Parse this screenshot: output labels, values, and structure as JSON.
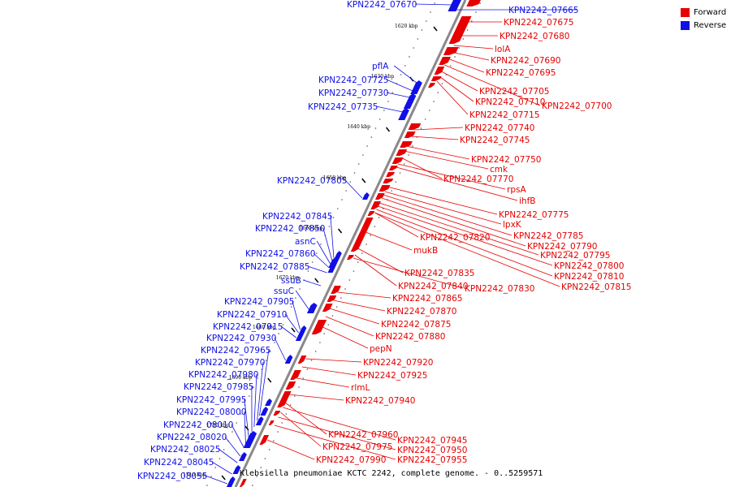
{
  "colors": {
    "forward": "#e60000",
    "reverse": "#1010e6",
    "backbone": "#8a8a8a",
    "tick": "#000000"
  },
  "legend": {
    "forward_label": "Forward",
    "reverse_label": "Reverse"
  },
  "caption": "Klebsiella pneumoniae KCTC 2242, complete genome. - 0..5259571",
  "kbp_ticks": [
    "1620 kbp",
    "1630 kbp",
    "1640 kbp",
    "1650 kbp",
    "1660 kbp",
    "1670 kbp",
    "1680 kbp",
    "1690 kbp",
    "1700 kbp",
    "1710 kbp"
  ],
  "genes": [
    {
      "name": "KPN2242_07670",
      "strand": "reverse"
    },
    {
      "name": "KPN2242_07665",
      "strand": "reverse"
    },
    {
      "name": "KPN2242_07675",
      "strand": "forward"
    },
    {
      "name": "KPN2242_07680",
      "strand": "forward"
    },
    {
      "name": "lolA",
      "strand": "forward"
    },
    {
      "name": "KPN2242_07690",
      "strand": "forward"
    },
    {
      "name": "pflA",
      "strand": "reverse"
    },
    {
      "name": "KPN2242_07695",
      "strand": "forward"
    },
    {
      "name": "KPN2242_07725",
      "strand": "reverse"
    },
    {
      "name": "KPN2242_07730",
      "strand": "reverse"
    },
    {
      "name": "KPN2242_07705",
      "strand": "forward"
    },
    {
      "name": "KPN2242_07710",
      "strand": "forward"
    },
    {
      "name": "KPN2242_07700",
      "strand": "forward"
    },
    {
      "name": "KPN2242_07735",
      "strand": "reverse"
    },
    {
      "name": "KPN2242_07715",
      "strand": "forward"
    },
    {
      "name": "KPN2242_07740",
      "strand": "forward"
    },
    {
      "name": "KPN2242_07745",
      "strand": "forward"
    },
    {
      "name": "KPN2242_07750",
      "strand": "forward"
    },
    {
      "name": "cmk",
      "strand": "forward"
    },
    {
      "name": "KPN2242_07805",
      "strand": "reverse"
    },
    {
      "name": "KPN2242_07770",
      "strand": "forward"
    },
    {
      "name": "rpsA",
      "strand": "forward"
    },
    {
      "name": "ihfB",
      "strand": "forward"
    },
    {
      "name": "KPN2242_07775",
      "strand": "forward"
    },
    {
      "name": "KPN2242_07845",
      "strand": "reverse"
    },
    {
      "name": "lpxK",
      "strand": "forward"
    },
    {
      "name": "KPN2242_07850",
      "strand": "reverse"
    },
    {
      "name": "KPN2242_07785",
      "strand": "forward"
    },
    {
      "name": "KPN2242_07820",
      "strand": "forward"
    },
    {
      "name": "asnC",
      "strand": "reverse"
    },
    {
      "name": "KPN2242_07790",
      "strand": "forward"
    },
    {
      "name": "mukB",
      "strand": "forward"
    },
    {
      "name": "KPN2242_07860",
      "strand": "reverse"
    },
    {
      "name": "KPN2242_07795",
      "strand": "forward"
    },
    {
      "name": "KPN2242_07885",
      "strand": "reverse"
    },
    {
      "name": "KPN2242_07800",
      "strand": "forward"
    },
    {
      "name": "KPN2242_07835",
      "strand": "forward"
    },
    {
      "name": "KPN2242_07810",
      "strand": "forward"
    },
    {
      "name": "ssuB",
      "strand": "reverse"
    },
    {
      "name": "KPN2242_07840",
      "strand": "forward"
    },
    {
      "name": "KPN2242_07830",
      "strand": "forward"
    },
    {
      "name": "KPN2242_07815",
      "strand": "forward"
    },
    {
      "name": "ssuC",
      "strand": "reverse"
    },
    {
      "name": "KPN2242_07865",
      "strand": "forward"
    },
    {
      "name": "KPN2242_07905",
      "strand": "reverse"
    },
    {
      "name": "KPN2242_07870",
      "strand": "forward"
    },
    {
      "name": "KPN2242_07910",
      "strand": "reverse"
    },
    {
      "name": "KPN2242_07875",
      "strand": "forward"
    },
    {
      "name": "KPN2242_07915",
      "strand": "reverse"
    },
    {
      "name": "KPN2242_07880",
      "strand": "forward"
    },
    {
      "name": "KPN2242_07930",
      "strand": "reverse"
    },
    {
      "name": "pepN",
      "strand": "forward"
    },
    {
      "name": "KPN2242_07965",
      "strand": "reverse"
    },
    {
      "name": "KPN2242_07920",
      "strand": "forward"
    },
    {
      "name": "KPN2242_07970",
      "strand": "reverse"
    },
    {
      "name": "KPN2242_07925",
      "strand": "forward"
    },
    {
      "name": "KPN2242_07980",
      "strand": "reverse"
    },
    {
      "name": "rlmL",
      "strand": "forward"
    },
    {
      "name": "KPN2242_07985",
      "strand": "reverse"
    },
    {
      "name": "KPN2242_07940",
      "strand": "forward"
    },
    {
      "name": "KPN2242_07995",
      "strand": "reverse"
    },
    {
      "name": "KPN2242_08000",
      "strand": "reverse"
    },
    {
      "name": "KPN2242_08010",
      "strand": "reverse"
    },
    {
      "name": "KPN2242_07960",
      "strand": "forward"
    },
    {
      "name": "KPN2242_07945",
      "strand": "forward"
    },
    {
      "name": "KPN2242_08020",
      "strand": "reverse"
    },
    {
      "name": "KPN2242_07975",
      "strand": "forward"
    },
    {
      "name": "KPN2242_07950",
      "strand": "forward"
    },
    {
      "name": "KPN2242_08025",
      "strand": "reverse"
    },
    {
      "name": "KPN2242_07990",
      "strand": "forward"
    },
    {
      "name": "KPN2242_07955",
      "strand": "forward"
    },
    {
      "name": "KPN2242_08045",
      "strand": "reverse"
    },
    {
      "name": "KPN2242_08055",
      "strand": "reverse"
    }
  ]
}
